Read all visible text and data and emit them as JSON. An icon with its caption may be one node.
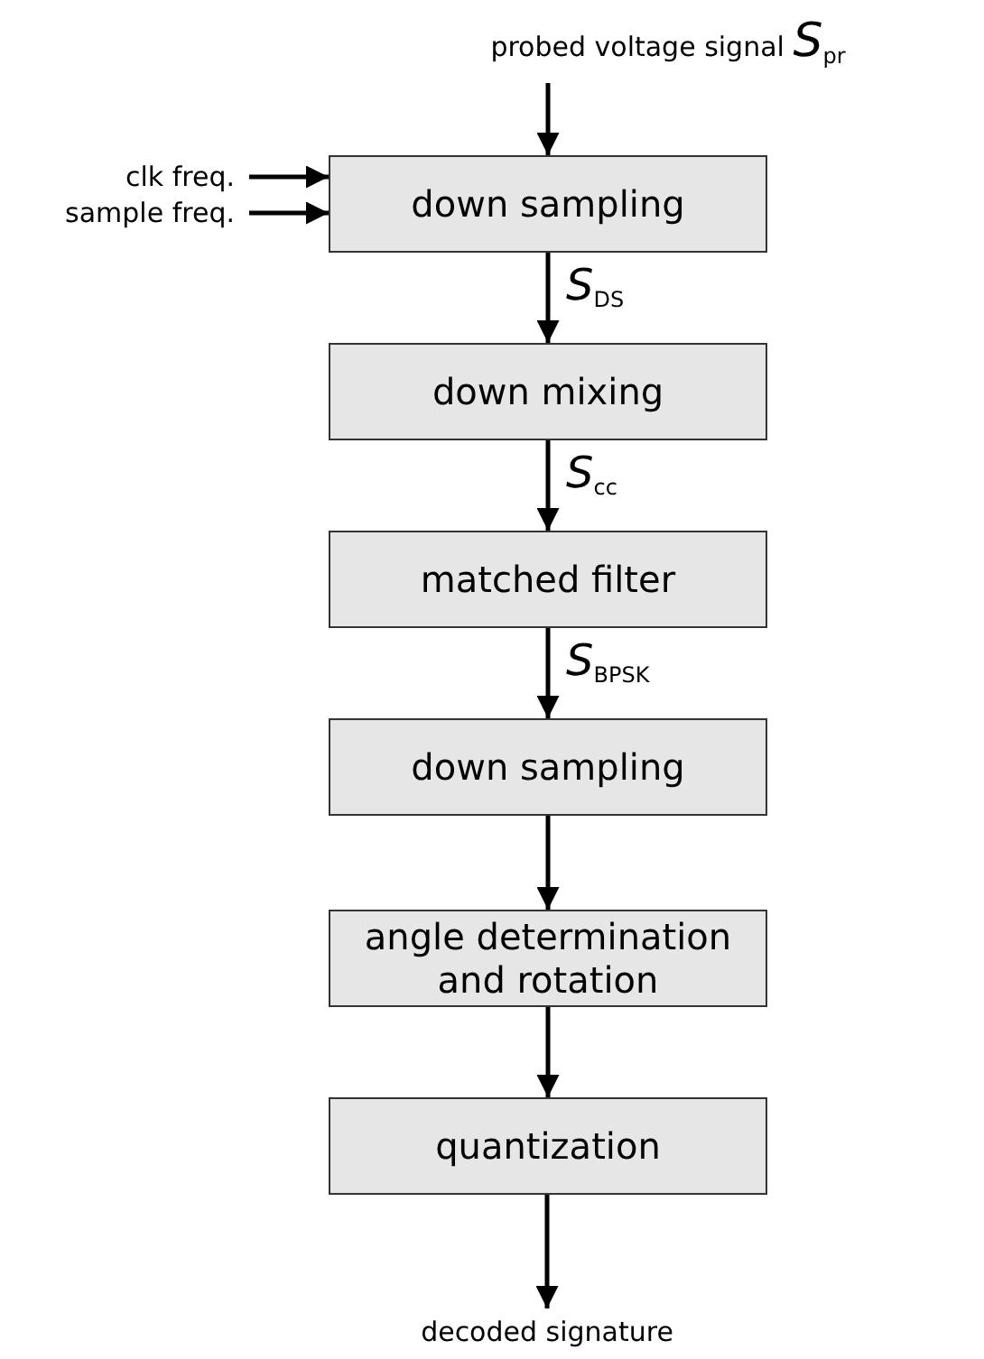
{
  "diagram": {
    "nodes": [
      {
        "text": [
          "probed voltage signal *S*$_{pr}$"
        ]
      },
      {
        "text": [
          "clk freq."
        ]
      },
      {
        "text": [
          "sample freq."
        ]
      },
      {
        "text": [
          "down sampling"
        ]
      },
      {
        "text": [
          "down mixing"
        ]
      },
      {
        "text": [
          "matched filter"
        ]
      },
      {
        "text": [
          "down sampling"
        ]
      },
      {
        "text": [
          "angle determination and rotation"
        ]
      },
      {
        "text": [
          "quantization"
        ]
      },
      {
        "text": [
          "decoded signature"
        ]
      }
    ],
    "edges": [
      {
        "from": 0,
        "to": 3,
        "arrow": "to"
      },
      {
        "from": 1,
        "to": 3,
        "arrow": "to"
      },
      {
        "from": 2,
        "to": 3,
        "arrow": "to"
      },
      {
        "from": 3,
        "to": 4,
        "arrow": "to",
        "label": "*S*$_{DS}$"
      },
      {
        "from": 4,
        "to": 5,
        "arrow": "to",
        "label": "*S*$_{cc}$"
      },
      {
        "from": 5,
        "to": 6,
        "arrow": "to",
        "label": "*S*$_{BPSK}$"
      },
      {
        "from": 6,
        "to": 7,
        "arrow": "to"
      },
      {
        "from": 7,
        "to": 8,
        "arrow": "to"
      },
      {
        "from": 8,
        "to": 9,
        "arrow": "to"
      }
    ]
  }
}
